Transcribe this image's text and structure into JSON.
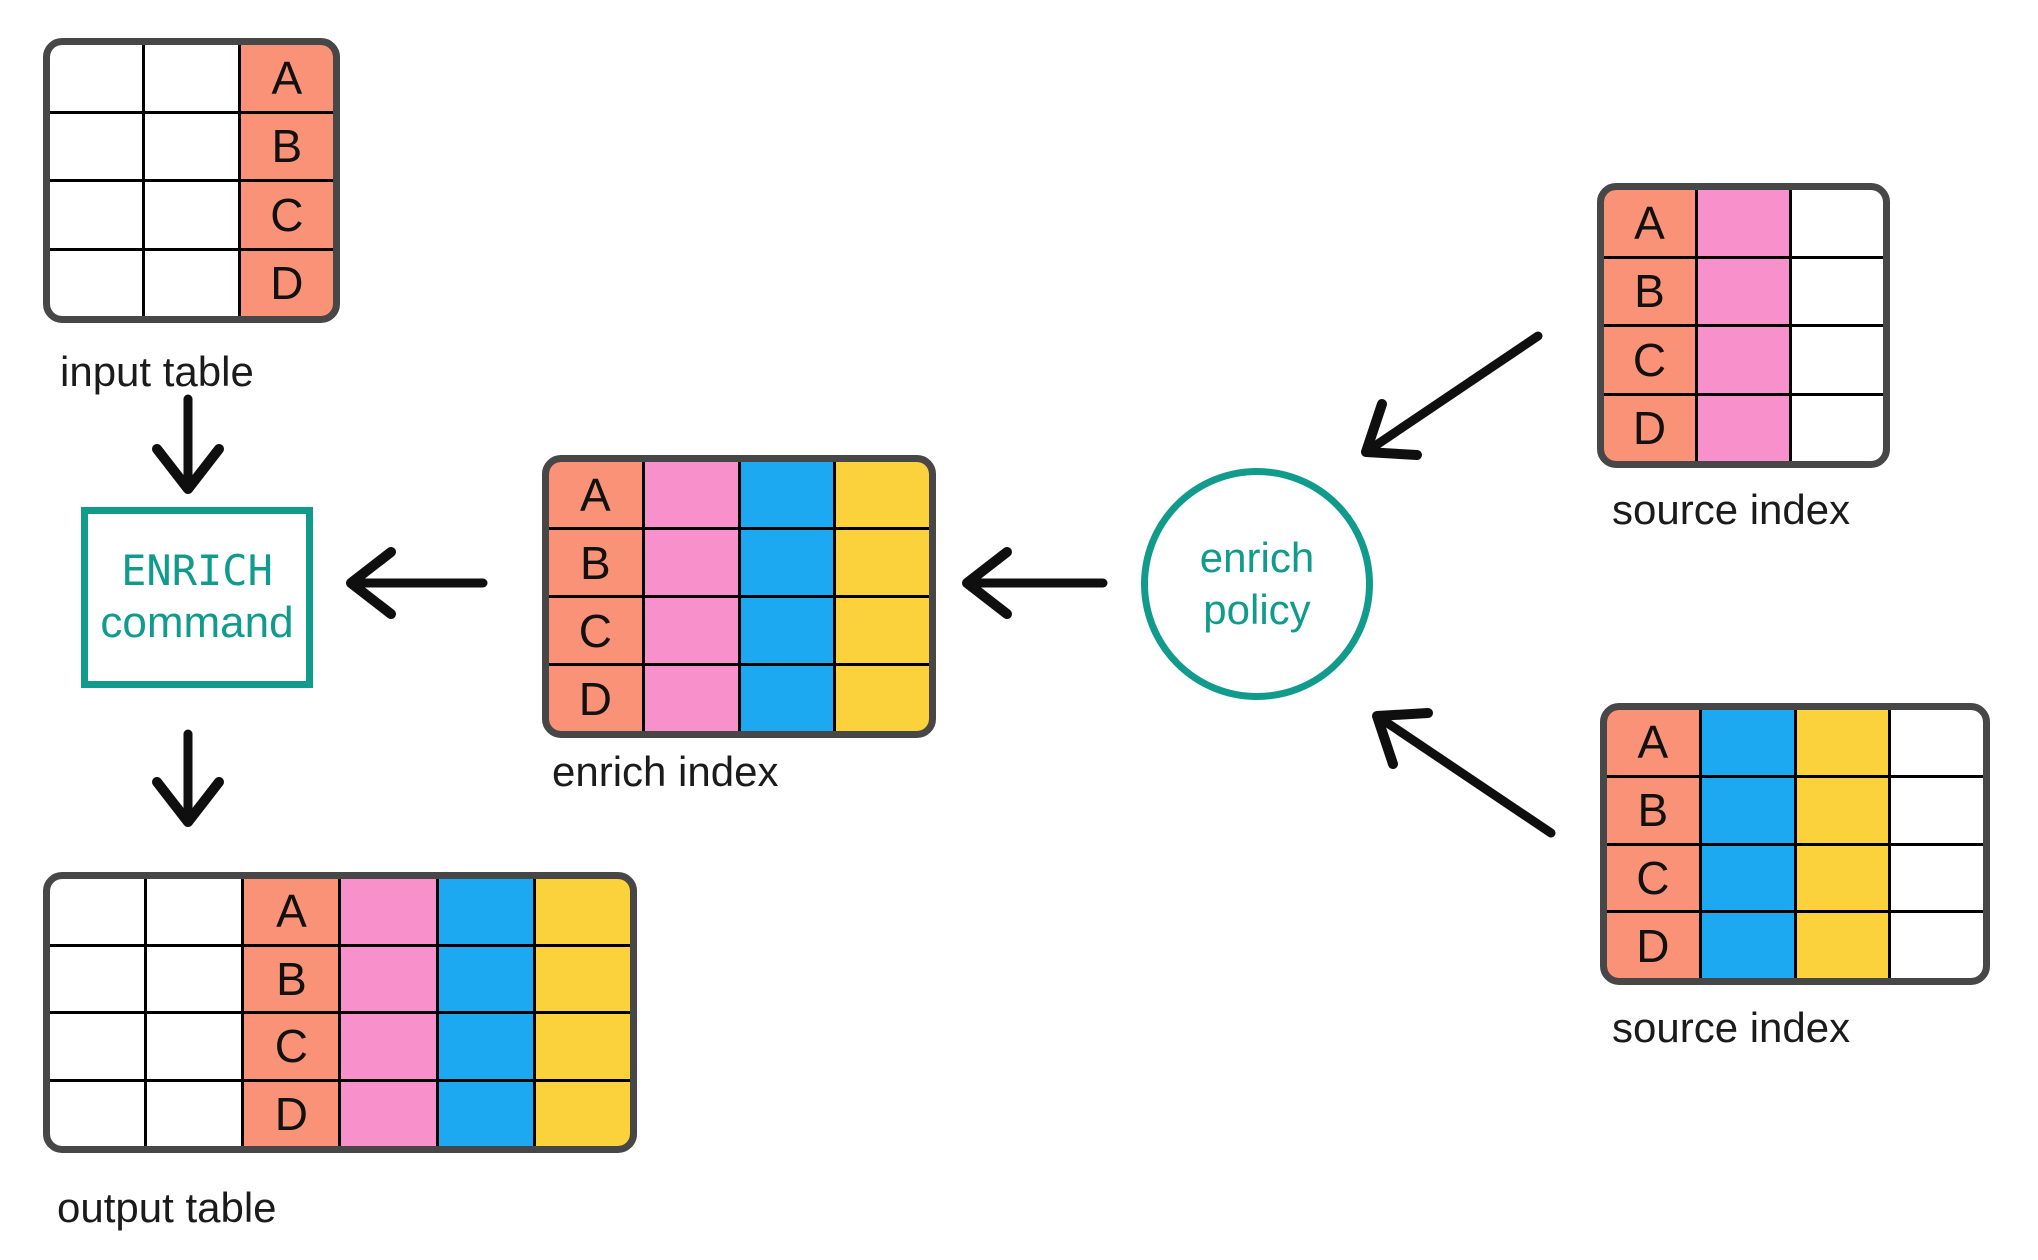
{
  "colors": {
    "salmon": "#FA9277",
    "pink": "#F790CB",
    "blue": "#1CA9F2",
    "yellow": "#FCD23C",
    "white": "#FFFFFF",
    "teal": "#109B8D",
    "table_border": "#474747",
    "grid_line": "#000000",
    "arrow": "#0F0F0F",
    "label_text": "#1B1B1B"
  },
  "tables": {
    "input_table": {
      "label": "input table",
      "rows": [
        "A",
        "B",
        "C",
        "D"
      ],
      "columns": [
        "white",
        "white",
        "salmon"
      ],
      "letter_col": 2
    },
    "enrich_index": {
      "label": "enrich index",
      "rows": [
        "A",
        "B",
        "C",
        "D"
      ],
      "columns": [
        "salmon",
        "pink",
        "blue",
        "yellow"
      ],
      "letter_col": 0
    },
    "source_index_top": {
      "label": "source index",
      "rows": [
        "A",
        "B",
        "C",
        "D"
      ],
      "columns": [
        "salmon",
        "pink",
        "white"
      ],
      "letter_col": 0
    },
    "source_index_bottom": {
      "label": "source index",
      "rows": [
        "A",
        "B",
        "C",
        "D"
      ],
      "columns": [
        "salmon",
        "blue",
        "yellow",
        "white"
      ],
      "letter_col": 0
    },
    "output_table": {
      "label": "output table",
      "rows": [
        "A",
        "B",
        "C",
        "D"
      ],
      "columns": [
        "white",
        "white",
        "salmon",
        "pink",
        "blue",
        "yellow"
      ],
      "letter_col": 2
    }
  },
  "nodes": {
    "enrich_command": {
      "line1": "ENRICH",
      "line2": "command"
    },
    "enrich_policy": {
      "line1": "enrich",
      "line2": "policy"
    }
  }
}
